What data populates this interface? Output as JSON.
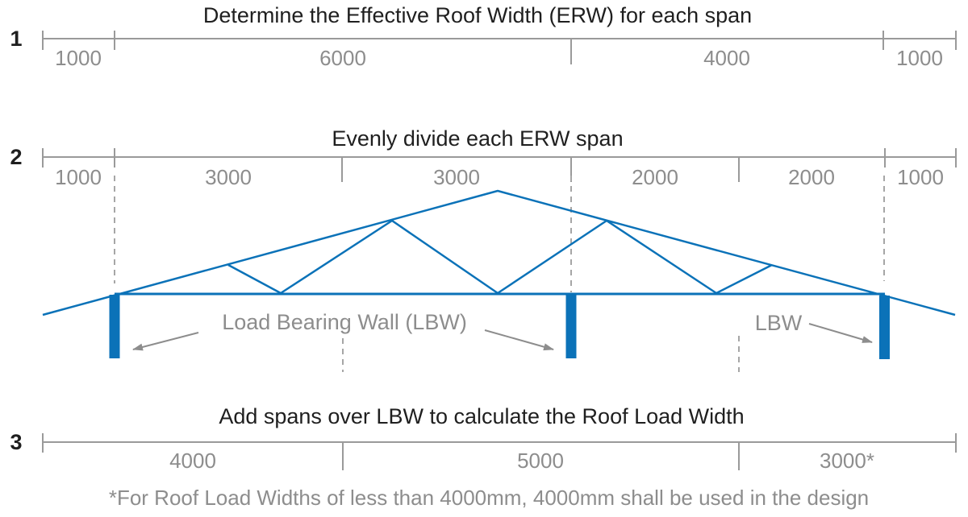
{
  "diagram": {
    "steps": [
      {
        "number": "1",
        "title": "Determine the Effective Roof Width (ERW) for each span",
        "spans": [
          "1000",
          "6000",
          "4000",
          "1000"
        ]
      },
      {
        "number": "2",
        "title": "Evenly divide each ERW span",
        "spans": [
          "1000",
          "3000",
          "3000",
          "2000",
          "2000",
          "1000"
        ]
      },
      {
        "number": "3",
        "title": "Add spans over LBW to calculate the Roof Load Width",
        "spans": [
          "4000",
          "5000",
          "3000*"
        ]
      }
    ],
    "annotations": {
      "load_bearing_wall": "Load Bearing Wall (LBW)",
      "lbw": "LBW"
    },
    "footnote": "*For Roof Load Widths of less than 4000mm, 4000mm shall be used in the design",
    "colors": {
      "truss_blue": "#0b72b8",
      "scale_gray": "#9a9a9a",
      "label_gray": "#8d8d8d",
      "title_black": "#1f1f1f"
    }
  }
}
